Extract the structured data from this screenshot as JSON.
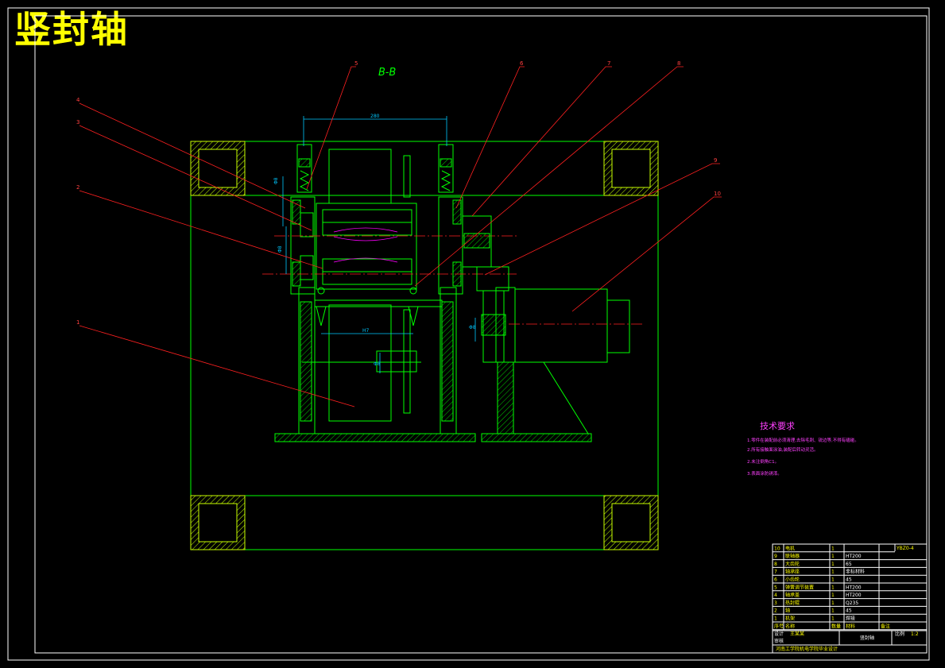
{
  "title": "竖封轴",
  "view_label": "B-B",
  "part_callouts": [
    "1",
    "2",
    "3",
    "4",
    "5",
    "6",
    "7",
    "8",
    "9",
    "10"
  ],
  "dimensions": {
    "top_span": "280",
    "center_width": "H7",
    "left_a": "Φ8",
    "left_b": "Φ8",
    "right_small": "Φ8",
    "shaft_center": "Φ8"
  },
  "technical_requirements": {
    "title": "技术要求",
    "lines": [
      "1.零件在装配前必须清理,去除毛刺、锐边等,不得有磕碰。",
      "2.所有接触面涂油,装配后转动灵活。",
      "2.未注倒角C1。",
      "3.表面涂防锈漆。"
    ]
  },
  "title_block": {
    "drawing_no": "YBZ0-4",
    "bom": [
      {
        "no": "10",
        "name": "电机",
        "qty": "1",
        "material": "",
        "note": ""
      },
      {
        "no": "9",
        "name": "联轴器",
        "qty": "1",
        "material": "HT200",
        "note": ""
      },
      {
        "no": "8",
        "name": "大齿轮",
        "qty": "1",
        "material": "65",
        "note": ""
      },
      {
        "no": "7",
        "name": "轴承座",
        "qty": "1",
        "material": "非标材料",
        "note": ""
      },
      {
        "no": "6",
        "name": "小齿轮",
        "qty": "1",
        "material": "45",
        "note": ""
      },
      {
        "no": "5",
        "name": "弹簧调节装置",
        "qty": "1",
        "material": "HT200",
        "note": ""
      },
      {
        "no": "4",
        "name": "轴承盖",
        "qty": "1",
        "material": "HT200",
        "note": ""
      },
      {
        "no": "3",
        "name": "热封辊",
        "qty": "1",
        "material": "Q235",
        "note": ""
      },
      {
        "no": "2",
        "name": "轴",
        "qty": "1",
        "material": "45",
        "note": ""
      },
      {
        "no": "1",
        "name": "机架",
        "qty": "1",
        "material": "焊接",
        "note": ""
      }
    ],
    "header": {
      "no": "序号",
      "name": "名称",
      "qty": "数量",
      "material": "材料",
      "note": "备注"
    },
    "design_label": "设计",
    "designer": "王某某",
    "review_label": "审核",
    "part_name": "竖封轴",
    "scale_label": "比例",
    "scale": "1:2",
    "school": "河南工学院机电学院毕业设计"
  },
  "colors": {
    "line": "#00ff00",
    "frame": "#c8ff00",
    "leader": "#ff2020",
    "dimension": "#00c8ff",
    "note": "#ff00ff",
    "title": "#ffff00"
  }
}
